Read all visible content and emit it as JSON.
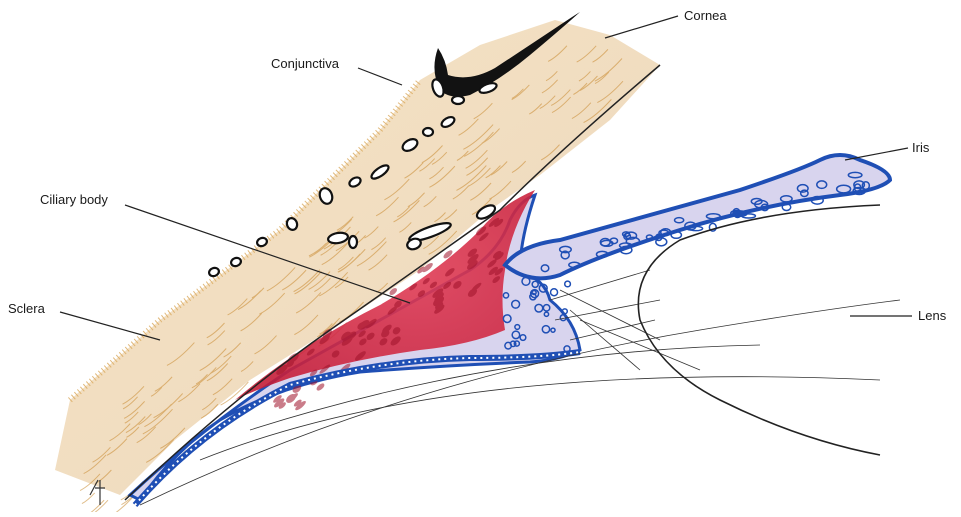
{
  "labels": {
    "cornea": "Cornea",
    "conjunctiva": "Conjunctiva",
    "iris": "Iris",
    "ciliary_body": "Ciliary body",
    "sclera": "Sclera",
    "lens": "Lens"
  },
  "colors": {
    "sclera_fill": "#f2dcb8",
    "sclera_fiber": "#c8892e",
    "conjunctiva_stipple": "#d9a75a",
    "muscle_red": "#d42a44",
    "iris_fill": "#d8d4ee",
    "iris_edge": "#1f4fb5",
    "vessel_outline": "#111111",
    "cornea_dark": "#121212",
    "leader_line": "#222222"
  }
}
